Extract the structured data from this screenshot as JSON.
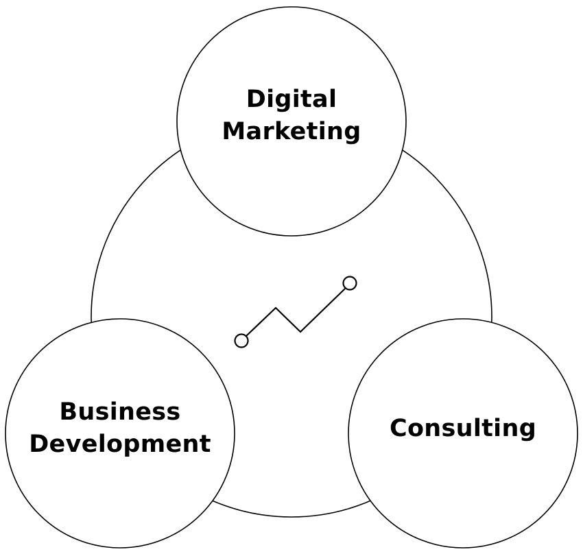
{
  "diagram": {
    "nodes": [
      {
        "id": "top",
        "lines": [
          "Digital",
          "Marketing"
        ]
      },
      {
        "id": "left",
        "lines": [
          "Business",
          "Development"
        ]
      },
      {
        "id": "right",
        "lines": [
          "Consulting"
        ]
      }
    ],
    "center_icon": "trend-line-icon",
    "colors": {
      "stroke": "#000000",
      "fill": "#ffffff",
      "text": "#000000"
    }
  }
}
